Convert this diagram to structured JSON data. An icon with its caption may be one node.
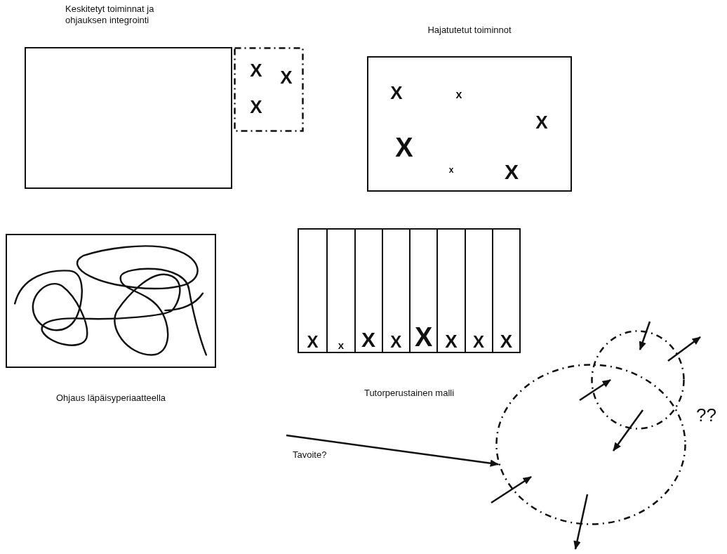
{
  "diagram": {
    "nodes": [
      {
        "text": [
          "Keskitetyt toiminnat ja ohjauksen integrointi"
        ]
      },
      {
        "text": [
          "X",
          "X",
          "X"
        ]
      },
      {
        "text": [
          "Hajatutetut toiminnot",
          "X",
          "x",
          "X",
          "X",
          "x",
          "X"
        ]
      },
      {
        "text": [
          "Ohjaus läpäisyperiaatteella"
        ]
      },
      {
        "text": [
          "Tutorperustainen malli",
          "X",
          "x",
          "X",
          "X",
          "X",
          "X",
          "X",
          "X"
        ]
      },
      {
        "text": [],
        "shape": "circle"
      },
      {
        "text": [],
        "shape": "circle"
      }
    ],
    "edges": [
      {
        "from": null,
        "to": 5,
        "arrow": "to",
        "label": "Tavoite?"
      },
      {
        "from": null,
        "to": 6,
        "arrow": "to"
      },
      {
        "from": 6,
        "to": null,
        "arrow": "to"
      },
      {
        "from": 5,
        "to": 6,
        "arrow": "to"
      },
      {
        "from": 6,
        "to": 5,
        "arrow": "to"
      },
      {
        "from": null,
        "to": 5,
        "arrow": "to"
      },
      {
        "from": 5,
        "to": null,
        "arrow": "to"
      }
    ],
    "labels": [
      "??"
    ]
  }
}
